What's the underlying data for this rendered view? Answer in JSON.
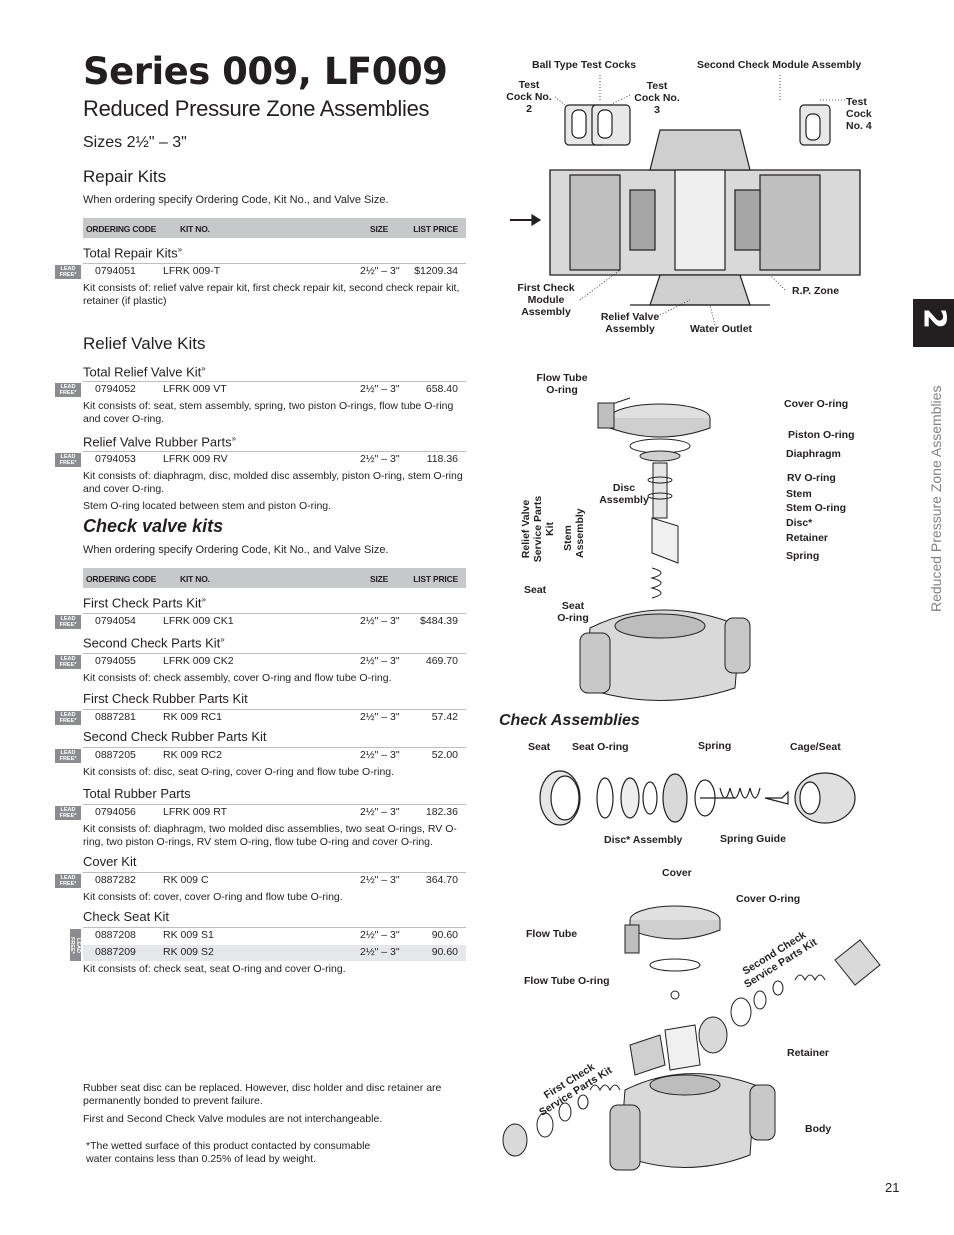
{
  "header": {
    "title": "Series 009, LF009",
    "subtitle": "Reduced Pressure Zone Assemblies",
    "sizes": "Sizes 2½\" – 3\""
  },
  "side_tab": {
    "number": "2",
    "text": "Reduced Pressure Zone Assemblies"
  },
  "page_number": "21",
  "lead_free_badge": "LEAD FREE*",
  "table_headers": {
    "code": "ORDERING CODE",
    "kit": "KIT NO.",
    "size": "SIZE",
    "price": "LIST PRICE"
  },
  "repair_kits": {
    "heading": "Repair Kits",
    "instructions": "When ordering specify Ordering Code, Kit No., and Valve Size.",
    "total_repair": {
      "title": "Total Repair Kits",
      "mark": "»",
      "row": {
        "code": "0794051",
        "kit": "LFRK 009-T",
        "size": "2½\" – 3\"",
        "price": "$1209.34"
      },
      "desc": "Kit consists of:  relief valve repair kit, first check repair kit, second check repair kit, retainer (if plastic)"
    }
  },
  "relief_valve_kits": {
    "heading": "Relief Valve Kits",
    "total_relief": {
      "title": "Total Relief Valve Kit",
      "mark": "»",
      "row": {
        "code": "0794052",
        "kit": "LFRK 009 VT",
        "size": "2½\" – 3\"",
        "price": "658.40"
      },
      "desc": "Kit consists of: seat, stem assembly, spring, two piston O-rings, flow tube  O-ring and cover O-ring."
    },
    "rubber_parts": {
      "title": "Relief Valve Rubber Parts",
      "mark": "»",
      "row": {
        "code": "0794053",
        "kit": "LFRK 009 RV",
        "size": "2½\" – 3\"",
        "price": "118.36"
      },
      "desc": "Kit consists of: diaphragm, disc, molded disc assembly, piston O-ring, stem O-ring and cover O-ring.",
      "desc2": "Stem O-ring located between stem and piston O-ring."
    }
  },
  "check_valve_kits": {
    "heading": "Check valve kits",
    "instructions": "When ordering specify Ordering Code, Kit No., and Valve Size.",
    "first_check": {
      "title": "First Check Parts Kit",
      "mark": "»",
      "row": {
        "code": "0794054",
        "kit": "LFRK 009 CK1",
        "size": "2½\" – 3\"",
        "price": "$484.39"
      }
    },
    "second_check": {
      "title": "Second Check Parts Kit",
      "mark": "»",
      "row": {
        "code": "0794055",
        "kit": "LFRK 009 CK2",
        "size": "2½\" – 3\"",
        "price": "469.70"
      },
      "desc": "Kit consists of: check assembly, cover O-ring and flow tube O-ring."
    },
    "first_check_rubber": {
      "title": "First Check Rubber Parts Kit",
      "row": {
        "code": "0887281",
        "kit": "RK 009 RC1",
        "size": "2½\" – 3\"",
        "price": "57.42"
      }
    },
    "second_check_rubber": {
      "title": "Second Check Rubber Parts Kit",
      "row": {
        "code": "0887205",
        "kit": "RK 009 RC2",
        "size": "2½\" – 3\"",
        "price": "52.00"
      },
      "desc": "Kit consists of: disc, seat O-ring, cover O-ring and flow tube O-ring."
    },
    "total_rubber": {
      "title": "Total Rubber Parts",
      "row": {
        "code": "0794056",
        "kit": "LFRK 009 RT",
        "size": "2½\" – 3\"",
        "price": "182.36"
      },
      "desc": "Kit consists of: diaphragm, two molded disc assemblies, two seat O-rings, RV O-ring, two piston O-rings, RV stem O-ring, flow tube O-ring and cover O-ring."
    },
    "cover_kit": {
      "title": "Cover Kit",
      "row": {
        "code": "0887282",
        "kit": "RK 009 C",
        "size": "2½\" – 3\"",
        "price": "364.70"
      },
      "desc": "Kit consists of: cover, cover O-ring and flow tube O-ring."
    },
    "check_seat_kit": {
      "title": "Check Seat Kit",
      "rows": [
        {
          "code": "0887208",
          "kit": "RK 009 S1",
          "size": "2½\" – 3\"",
          "price": "90.60"
        },
        {
          "code": "0887209",
          "kit": "RK 009 S2",
          "size": "2½\" – 3\"",
          "price": "90.60"
        }
      ],
      "desc": "Kit consists of: check seat, seat O-ring and cover O-ring."
    }
  },
  "footnotes": {
    "note1": "Rubber seat disc can be replaced. However, disc holder and disc retainer are permanently bonded to prevent failure.",
    "note2": "First and Second Check Valve modules are not interchangeable.",
    "note3": "*The wetted surface of this product contacted by consumable water contains less than 0.25% of lead by weight."
  },
  "diagram1": {
    "labels": {
      "ball_type": "Ball Type Test Cocks",
      "second_module": "Second Check Module Assembly",
      "test_cock_2": "Test Cock No. 2",
      "test_cock_3": "Test Cock No. 3",
      "test_cock_4": "Test Cock No. 4",
      "first_check_module": "First Check Module Assembly",
      "relief_valve_assembly": "Relief Valve Assembly",
      "water_outlet": "Water Outlet",
      "rp_zone": "R.P. Zone"
    }
  },
  "diagram2": {
    "labels": {
      "flow_tube_oring": "Flow Tube O-ring",
      "cover_oring": "Cover O-ring",
      "piston_oring": "Piston O-ring",
      "diaphragm": "Diaphragm",
      "disc_assembly": "Disc Assembly",
      "rv_oring": "RV O-ring",
      "stem": "Stem",
      "stem_oring": "Stem O-ring",
      "disc": "Disc*",
      "retainer": "Retainer",
      "spring": "Spring",
      "relief_kit": "Relief Valve Service Parts Kit",
      "stem_assembly": "Stem Assembly",
      "seat": "Seat",
      "seat_oring": "Seat O-ring"
    }
  },
  "diagram3": {
    "heading": "Check Assemblies",
    "labels": {
      "seat": "Seat",
      "seat_oring": "Seat O-ring",
      "spring": "Spring",
      "cage_seat": "Cage/Seat",
      "disc_assembly": "Disc* Assembly",
      "spring_guide": "Spring Guide"
    }
  },
  "diagram4": {
    "labels": {
      "cover": "Cover",
      "cover_oring": "Cover O-ring",
      "flow_tube": "Flow Tube",
      "flow_tube_oring": "Flow Tube O-ring",
      "second_check_kit": "Second Check Service Parts Kit",
      "retainer": "Retainer",
      "first_check_kit": "First Check Service Parts Kit",
      "body": "Body"
    }
  }
}
